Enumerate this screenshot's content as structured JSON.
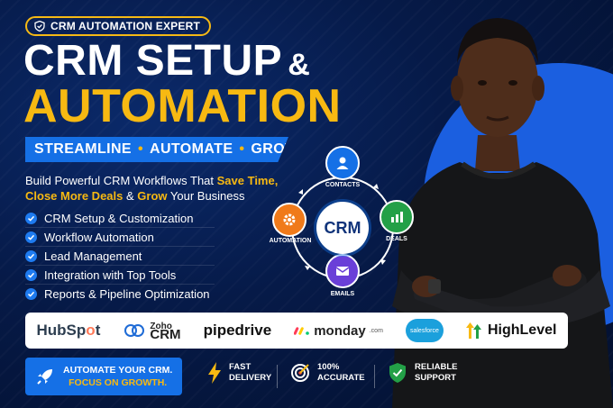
{
  "badge": {
    "label": "CRM AUTOMATION EXPERT",
    "icon": "shield-check-icon"
  },
  "headline": {
    "line1": "CRM SETUP",
    "amp": "&",
    "line2": "AUTOMATION"
  },
  "ribbon": {
    "items": [
      "STREAMLINE",
      "AUTOMATE",
      "GROW"
    ],
    "separator": "•"
  },
  "subheadline": {
    "part1": "Build Powerful CRM Workflows That ",
    "hl1": "Save Time, Close More Deals",
    "part2": " & ",
    "hl2": "Grow",
    "part3": " Your Business"
  },
  "features": [
    "CRM Setup & Customization",
    "Workflow Automation",
    "Lead Management",
    "Integration with Top Tools",
    "Reports & Pipeline Optimization"
  ],
  "wheel": {
    "center": "CRM",
    "nodes": {
      "contacts": "CONTACTS",
      "deals": "DEALS",
      "emails": "EMAILS",
      "automation": "AUTOMATION"
    }
  },
  "logos": {
    "hubspot": {
      "a": "HubSp",
      "o": "o",
      "b": "t"
    },
    "zoho": {
      "top": "Zoho",
      "bottom": "CRM"
    },
    "pipedrive": "pipedrive",
    "monday": {
      "name": "monday",
      "suffix": ".com"
    },
    "salesforce": "salesforce",
    "highlevel": "HighLevel"
  },
  "cta": {
    "line1": "AUTOMATE YOUR CRM.",
    "line2": "FOCUS ON GROWTH."
  },
  "perks": [
    {
      "line1": "FAST",
      "line2": "DELIVERY",
      "icon": "lightning-icon"
    },
    {
      "line1": "100%",
      "line2": "ACCURATE",
      "icon": "target-icon"
    },
    {
      "line1": "RELIABLE",
      "line2": "SUPPORT",
      "icon": "shield-check-icon"
    }
  ],
  "colors": {
    "accent": "#f7b912",
    "brand_blue": "#1570e6",
    "background": "#061a48"
  }
}
